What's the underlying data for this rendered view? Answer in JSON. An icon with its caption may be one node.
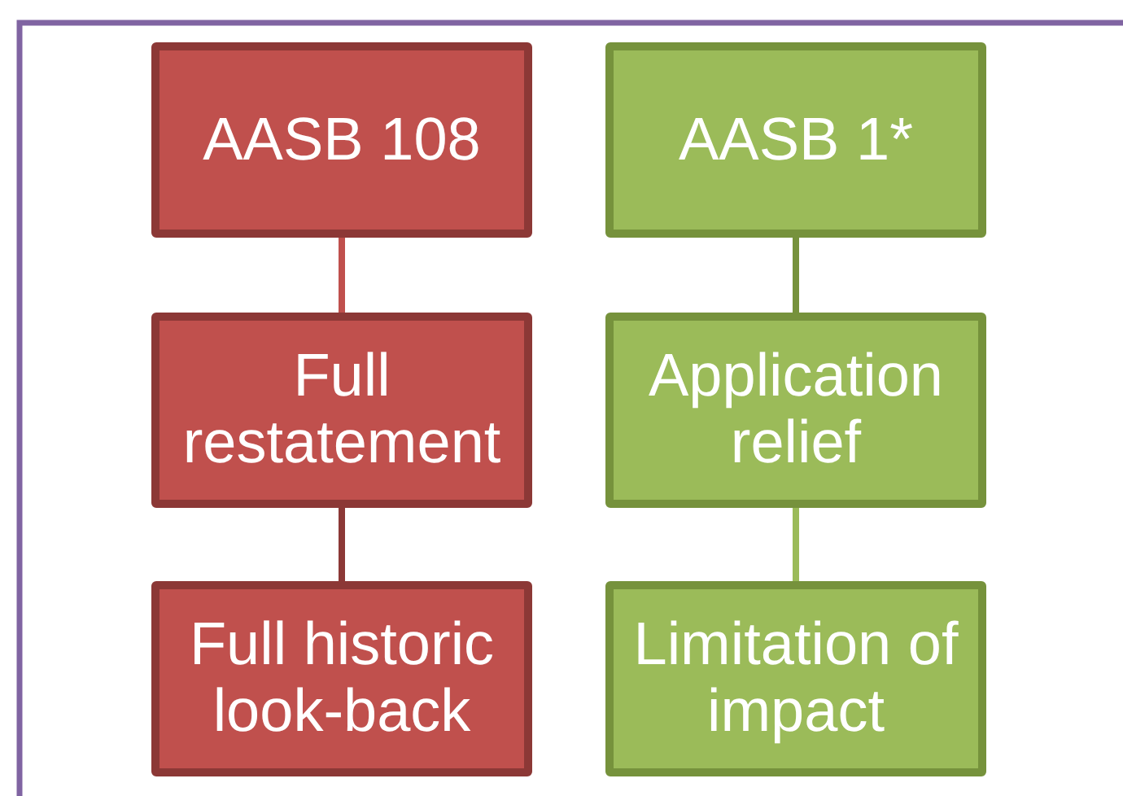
{
  "diagram": {
    "nodes": [
      {
        "text": [
          "AASB 108"
        ]
      },
      {
        "text": [
          "Full restatement"
        ]
      },
      {
        "text": [
          "Full historic look-back"
        ]
      },
      {
        "text": [
          "AASB 1*"
        ]
      },
      {
        "text": [
          "Application relief"
        ]
      },
      {
        "text": [
          "Limitation of impact"
        ]
      }
    ],
    "edges": [
      {
        "from": 0,
        "to": 1,
        "arrow": "none",
        "color": "#c0504d"
      },
      {
        "from": 1,
        "to": 2,
        "arrow": "none",
        "color": "#8c3836"
      },
      {
        "from": 3,
        "to": 4,
        "arrow": "none",
        "color": "#76923c"
      },
      {
        "from": 4,
        "to": 5,
        "arrow": "none",
        "color": "#9bbb59"
      }
    ]
  }
}
